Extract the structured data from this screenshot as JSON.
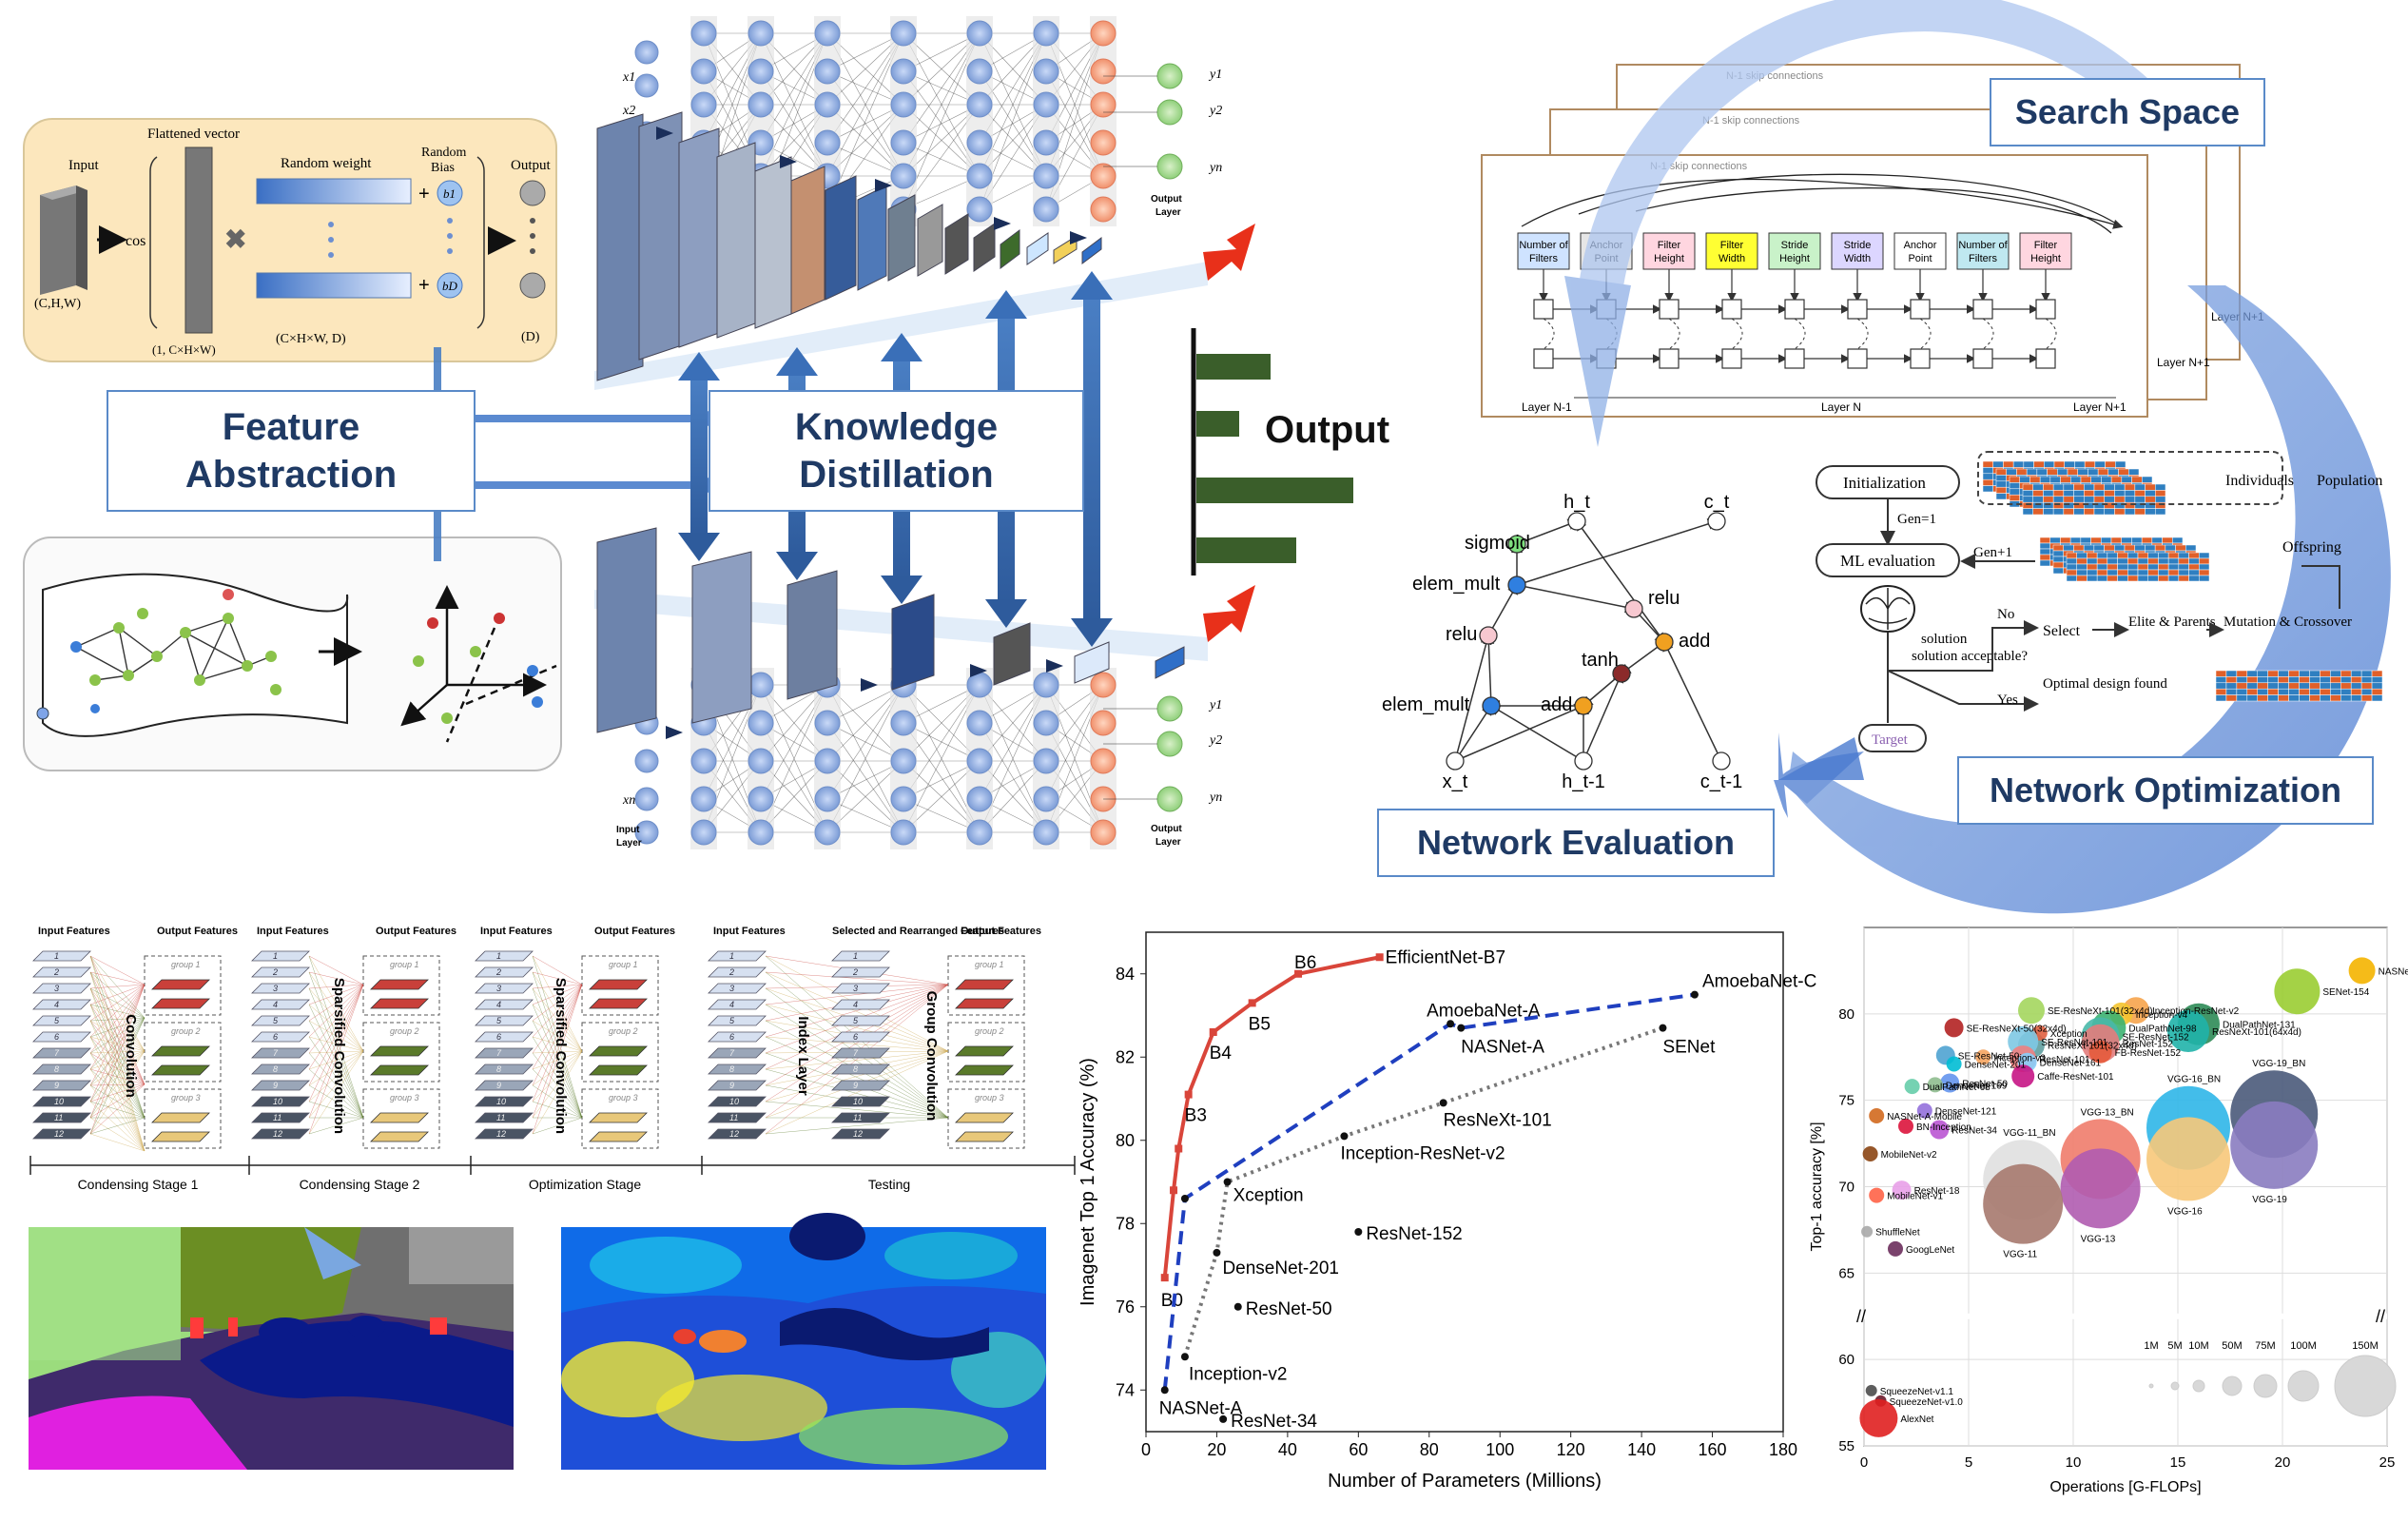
{
  "labels": {
    "feature_abstraction": [
      "Feature",
      "Abstraction"
    ],
    "knowledge_distillation": [
      "Knowledge",
      "Distillation"
    ],
    "output": "Output",
    "search_space": "Search Space",
    "network_evaluation": "Network Evaluation",
    "network_optimization": "Network Optimization"
  },
  "feature_panel": {
    "input": "Input",
    "input_dims": "(C,H,W)",
    "cos": "cos",
    "flattened": "Flattened vector",
    "flat_dims": "(1, C×H×W)",
    "random_weight": "Random weight",
    "random_bias": [
      "Random",
      "Bias"
    ],
    "weight_dims": "(C×H×W, D)",
    "output": "Output",
    "output_dims": "(D)",
    "b1": "b1",
    "bD": "bD"
  },
  "distill": {
    "inputs": [
      "x1",
      "x2",
      "xn"
    ],
    "outputs": [
      "y1",
      "y2",
      "yn"
    ],
    "input_layer": [
      "Input",
      "Layer"
    ],
    "output_layer": [
      "Output",
      "Layer"
    ]
  },
  "search_space": {
    "skip": [
      "N-1 skip connections",
      "N-1 skip connections",
      "N-1 skip connections"
    ],
    "cells": [
      "Number of Filters",
      "Anchor Point",
      "Filter Height",
      "Filter Width",
      "Stride Height",
      "Stride Width",
      "Anchor Point",
      "Number of Filters",
      "Filter Height"
    ],
    "cell_colors": [
      "#cfe3ff",
      "#e6e6e6",
      "#ffd6e0",
      "#ffff33",
      "#c9f2c9",
      "#dcd6ff",
      "#ffffff",
      "#bfe8f0",
      "#ffd6e0"
    ],
    "layers": [
      "Layer N-1",
      "Layer N",
      "Layer N+1"
    ],
    "layer_stack": [
      "Layer N+1",
      "Layer N+1"
    ]
  },
  "rnn_cell": {
    "nodes": [
      "h_t",
      "c_t",
      "sigmoid",
      "elem_mult",
      "relu",
      "relu",
      "add",
      "tanh",
      "add",
      "elem_mult",
      "x_t",
      "h_t-1",
      "c_t-1"
    ]
  },
  "optimization": {
    "steps": [
      "Initialization",
      "Gen=1",
      "ML evaluation",
      "Gen+1",
      "solution acceptable?",
      "No",
      "Select",
      "Elite & Parents",
      "Mutation & Crossover",
      "Yes",
      "Optimal design found",
      "Target"
    ],
    "individuals": "Individuals",
    "population": "Population",
    "offspring": "Offspring"
  },
  "condense": {
    "stages": [
      "Condensing Stage 1",
      "Condensing Stage 2",
      "Optimization Stage",
      "Testing"
    ],
    "input_features": "Input Features",
    "output_features": "Output Features",
    "selected": "Selected and Rearranged Features",
    "ops": [
      "Convolution",
      "Sparsified Convolution",
      "Sparsified Convolution",
      "Index Layer",
      "Group Convolution"
    ],
    "groups": [
      "group 1",
      "group 2",
      "group 3"
    ]
  },
  "chart_data": [
    {
      "type": "line",
      "xlabel": "Number of Parameters (Millions)",
      "ylabel": "Imagenet Top 1 Accuracy (%)",
      "xlim": [
        0,
        180
      ],
      "ylim": [
        73,
        85
      ],
      "xticks": [
        0,
        20,
        40,
        60,
        80,
        100,
        120,
        140,
        160,
        180
      ],
      "yticks": [
        74,
        76,
        78,
        80,
        82,
        84
      ],
      "series": [
        {
          "color": "#d9453a",
          "style": "solid",
          "points": [
            [
              5.3,
              76.7
            ],
            [
              7.8,
              78.8
            ],
            [
              9.2,
              79.8
            ],
            [
              12,
              81.1
            ],
            [
              19,
              82.6
            ],
            [
              30,
              83.3
            ],
            [
              43,
              84.0
            ],
            [
              66,
              84.4
            ]
          ],
          "labels": [
            "B0",
            "",
            "",
            "B3",
            "B4",
            "B5",
            "B6",
            "EfficientNet-B7"
          ]
        },
        {
          "color": "#1f3fbf",
          "style": "dashed",
          "points": [
            [
              5.3,
              74.0
            ],
            [
              11,
              78.6
            ],
            [
              86,
              82.8
            ],
            [
              89,
              82.7
            ],
            [
              155,
              83.5
            ]
          ],
          "labels": [
            "NASNet-A",
            "",
            "AmoebaNet-A",
            "NASNet-A",
            "AmoebaNet-C"
          ]
        },
        {
          "color": "#777777",
          "style": "dotted",
          "points": [
            [
              11,
              74.8
            ],
            [
              20,
              77.3
            ],
            [
              23,
              79.0
            ],
            [
              56,
              80.1
            ],
            [
              84,
              80.9
            ],
            [
              146,
              82.7
            ]
          ],
          "labels": [
            "Inception-v2",
            "DenseNet-201",
            "Xception",
            "Inception-ResNet-v2",
            "ResNeXt-101",
            "SENet"
          ]
        }
      ],
      "points": [
        {
          "label": "ResNet-152",
          "x": 60,
          "y": 77.8
        },
        {
          "label": "ResNet-50",
          "x": 26,
          "y": 76.0
        },
        {
          "label": "ResNet-34",
          "x": 21.8,
          "y": 73.3
        }
      ]
    },
    {
      "type": "scatter",
      "xlabel": "Operations [G-FLOPs]",
      "ylabel": "Top-1 accuracy [%]",
      "xlim": [
        0,
        25
      ],
      "ylim": [
        55,
        85
      ],
      "xticks": [
        0,
        5,
        10,
        15,
        20,
        25
      ],
      "yticks": [
        55,
        60,
        65,
        70,
        75,
        80
      ],
      "size_legend": [
        "1M",
        "5M",
        "10M",
        "50M",
        "75M",
        "100M",
        "150M"
      ],
      "points": [
        {
          "label": "NASNet-A-Large",
          "x": 23.8,
          "y": 82.5,
          "size": 14,
          "color": "#f4b400"
        },
        {
          "label": "SENet-154",
          "x": 20.7,
          "y": 81.3,
          "size": 24,
          "color": "#9acd32"
        },
        {
          "label": "Inception-ResNet-v2",
          "x": 13,
          "y": 80.2,
          "size": 14,
          "color": "#f6a44c"
        },
        {
          "label": "Inception-v4",
          "x": 12.3,
          "y": 80.0,
          "size": 12,
          "color": "#f4c430"
        },
        {
          "label": "DualPathNet-131",
          "x": 16,
          "y": 79.4,
          "size": 22,
          "color": "#2e8b57"
        },
        {
          "label": "SE-ResNeXt-101(32x4d)",
          "x": 8,
          "y": 80.2,
          "size": 14,
          "color": "#a4d65e"
        },
        {
          "label": "DualPathNet-98",
          "x": 11.7,
          "y": 79.2,
          "size": 18,
          "color": "#3cb371"
        },
        {
          "label": "ResNeXt-101(64x4d)",
          "x": 15.5,
          "y": 79.0,
          "size": 22,
          "color": "#20b2aa"
        },
        {
          "label": "SE-ResNet-152",
          "x": 11.3,
          "y": 78.7,
          "size": 20,
          "color": "#48b8a8"
        },
        {
          "label": "ResNeXt-101(32x4d)",
          "x": 8,
          "y": 78.2,
          "size": 14,
          "color": "#5f9ea0"
        },
        {
          "label": "Xception",
          "x": 8.4,
          "y": 78.9,
          "size": 8,
          "color": "#e06040"
        },
        {
          "label": "SE-ResNet-101",
          "x": 7.6,
          "y": 78.4,
          "size": 16,
          "color": "#7ec8e3"
        },
        {
          "label": "SE-ResNeXt-50(32x4d)",
          "x": 4.3,
          "y": 79.2,
          "size": 10,
          "color": "#b22222"
        },
        {
          "label": "ResNet-152",
          "x": 11.3,
          "y": 78.3,
          "size": 20,
          "color": "#e37c7c"
        },
        {
          "label": "ResNet-101",
          "x": 7.6,
          "y": 77.4,
          "size": 14,
          "color": "#f08080"
        },
        {
          "label": "Inception-v3",
          "x": 5.7,
          "y": 77.5,
          "size": 8,
          "color": "#f4a460"
        },
        {
          "label": "FB-ResNet-152",
          "x": 11.3,
          "y": 77.8,
          "size": 12,
          "color": "#e55b3c"
        },
        {
          "label": "SE-ResNet-50",
          "x": 3.9,
          "y": 77.6,
          "size": 10,
          "color": "#4fa3d1"
        },
        {
          "label": "DenseNet-201",
          "x": 4.3,
          "y": 77.1,
          "size": 8,
          "color": "#00bcd4"
        },
        {
          "label": "DenseNet-161",
          "x": 7.8,
          "y": 77.2,
          "size": 10,
          "color": "#87cefa"
        },
        {
          "label": "Caffe-ResNet-101",
          "x": 7.6,
          "y": 76.4,
          "size": 12,
          "color": "#c71585"
        },
        {
          "label": "ResNet-50",
          "x": 4.1,
          "y": 76.0,
          "size": 10,
          "color": "#6495ed"
        },
        {
          "label": "DenseNet-169",
          "x": 3.4,
          "y": 75.9,
          "size": 8,
          "color": "#8fbc8f"
        },
        {
          "label": "DualPathNet-68",
          "x": 2.3,
          "y": 75.8,
          "size": 8,
          "color": "#66cdaa"
        },
        {
          "label": "DenseNet-121",
          "x": 2.9,
          "y": 74.4,
          "size": 8,
          "color": "#9370db"
        },
        {
          "label": "NASNet-A-Mobile",
          "x": 0.6,
          "y": 74.1,
          "size": 8,
          "color": "#d2691e"
        },
        {
          "label": "BN-Inception",
          "x": 2,
          "y": 73.5,
          "size": 8,
          "color": "#dc143c"
        },
        {
          "label": "ResNet-34",
          "x": 3.6,
          "y": 73.3,
          "size": 10,
          "color": "#ba55d3"
        },
        {
          "label": "VGG-16_BN",
          "x": 15.5,
          "y": 73.4,
          "size": 44,
          "color": "#2fb6e8"
        },
        {
          "label": "VGG-19_BN",
          "x": 19.6,
          "y": 74.2,
          "size": 46,
          "color": "#4a5a7a"
        },
        {
          "label": "VGG-13_BN",
          "x": 11.3,
          "y": 71.6,
          "size": 42,
          "color": "#f07c6c"
        },
        {
          "label": "VGG-11_BN",
          "x": 7.6,
          "y": 70.4,
          "size": 42,
          "color": "#e0e0e0"
        },
        {
          "label": "VGG-16",
          "x": 15.5,
          "y": 71.6,
          "size": 44,
          "color": "#f7c87a"
        },
        {
          "label": "VGG-19",
          "x": 19.6,
          "y": 72.4,
          "size": 46,
          "color": "#8a7cc0"
        },
        {
          "label": "VGG-13",
          "x": 11.3,
          "y": 69.9,
          "size": 42,
          "color": "#b05cb0"
        },
        {
          "label": "VGG-11",
          "x": 7.6,
          "y": 69.0,
          "size": 42,
          "color": "#a6796e"
        },
        {
          "label": "MobileNet-v2",
          "x": 0.3,
          "y": 71.9,
          "size": 8,
          "color": "#8b4513"
        },
        {
          "label": "ResNet-18",
          "x": 1.8,
          "y": 69.8,
          "size": 10,
          "color": "#e8a0e8"
        },
        {
          "label": "MobileNet-v1",
          "x": 0.6,
          "y": 69.5,
          "size": 8,
          "color": "#ff6347"
        },
        {
          "label": "ShuffleNet",
          "x": 0.14,
          "y": 67.4,
          "size": 6,
          "color": "#a9a9a9"
        },
        {
          "label": "GoogLeNet",
          "x": 1.5,
          "y": 66.4,
          "size": 8,
          "color": "#6b2d5c"
        },
        {
          "label": "SqueezeNet-v1.1",
          "x": 0.35,
          "y": 58.2,
          "size": 6,
          "color": "#4b4b4b"
        },
        {
          "label": "SqueezeNet-v1.0",
          "x": 0.8,
          "y": 57.6,
          "size": 6,
          "color": "#6b1b2b"
        },
        {
          "label": "AlexNet",
          "x": 0.7,
          "y": 56.6,
          "size": 20,
          "color": "#e02020"
        }
      ]
    }
  ]
}
